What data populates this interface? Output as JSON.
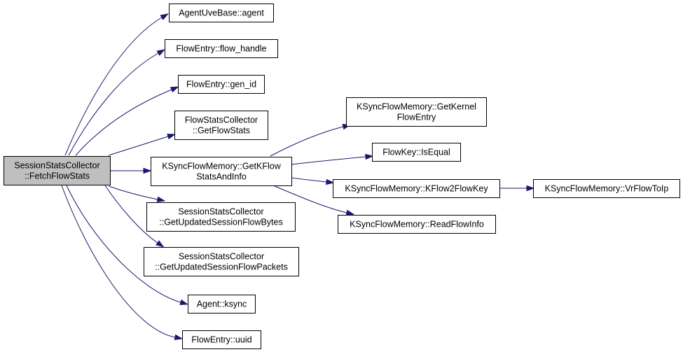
{
  "graph": {
    "colors": {
      "edge": "#191970",
      "root_fill": "#bfbfbf",
      "node_fill": "#ffffff",
      "border": "#000000"
    },
    "nodes": {
      "root": [
        "SessionStatsCollector",
        "::FetchFlowStats"
      ],
      "agent_uve_agent": [
        "AgentUveBase::agent"
      ],
      "flow_handle": [
        "FlowEntry::flow_handle"
      ],
      "gen_id": [
        "FlowEntry::gen_id"
      ],
      "get_flow_stats": [
        "FlowStatsCollector",
        "::GetFlowStats"
      ],
      "get_kflow_stats": [
        "KSyncFlowMemory::GetKFlow",
        "StatsAndInfo"
      ],
      "get_bytes": [
        "SessionStatsCollector",
        "::GetUpdatedSessionFlowBytes"
      ],
      "get_packets": [
        "SessionStatsCollector",
        "::GetUpdatedSessionFlowPackets"
      ],
      "agent_ksync": [
        "Agent::ksync"
      ],
      "uuid": [
        "FlowEntry::uuid"
      ],
      "get_kernel_flow": [
        "KSyncFlowMemory::GetKernel",
        "FlowEntry"
      ],
      "is_equal": [
        "FlowKey::IsEqual"
      ],
      "kflow2flowkey": [
        "KSyncFlowMemory::KFlow2FlowKey"
      ],
      "read_flow_info": [
        "KSyncFlowMemory::ReadFlowInfo"
      ],
      "vrflow_to_ip": [
        "KSyncFlowMemory::VrFlowToIp"
      ]
    },
    "edges": [
      [
        "root",
        "agent_uve_agent"
      ],
      [
        "root",
        "flow_handle"
      ],
      [
        "root",
        "gen_id"
      ],
      [
        "root",
        "get_flow_stats"
      ],
      [
        "root",
        "get_kflow_stats"
      ],
      [
        "root",
        "get_bytes"
      ],
      [
        "root",
        "get_packets"
      ],
      [
        "root",
        "agent_ksync"
      ],
      [
        "root",
        "uuid"
      ],
      [
        "get_kflow_stats",
        "get_kernel_flow"
      ],
      [
        "get_kflow_stats",
        "is_equal"
      ],
      [
        "get_kflow_stats",
        "kflow2flowkey"
      ],
      [
        "get_kflow_stats",
        "read_flow_info"
      ],
      [
        "kflow2flowkey",
        "vrflow_to_ip"
      ]
    ]
  }
}
